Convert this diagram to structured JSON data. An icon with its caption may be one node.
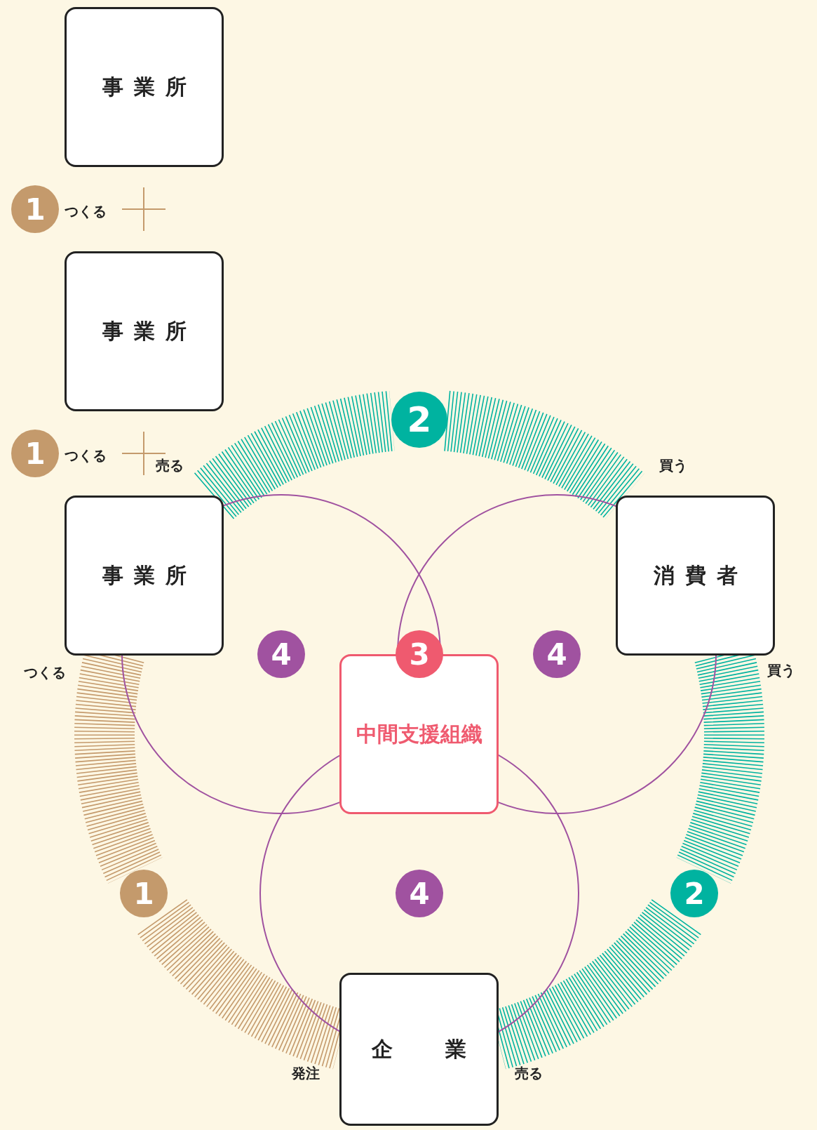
{
  "diagram": {
    "nodes": [
      {
        "text": [
          "事業所"
        ]
      },
      {
        "text": [
          "1"
        ],
        "beside": [
          "つくる"
        ]
      },
      {
        "text": [
          "事業所"
        ]
      },
      {
        "text": [
          "2"
        ]
      },
      {
        "text": [
          "1"
        ],
        "beside": [
          "つくる"
        ]
      },
      {
        "text": [
          "事業所"
        ]
      },
      {
        "text": [
          "消費者"
        ]
      },
      {
        "text": [
          "4"
        ]
      },
      {
        "text": [
          "3"
        ]
      },
      {
        "text": [
          "4"
        ]
      },
      {
        "text": [
          "中間支援組織"
        ]
      },
      {
        "text": [
          "1"
        ]
      },
      {
        "text": [
          "4"
        ]
      },
      {
        "text": [
          "2"
        ]
      },
      {
        "text": [
          "企業"
        ]
      }
    ],
    "edges": [
      {
        "from": 5,
        "to": 3,
        "arrow": "none"
      },
      {
        "from": 3,
        "to": 6,
        "arrow": "none"
      },
      {
        "from": 6,
        "to": 13,
        "arrow": "none"
      },
      {
        "from": 13,
        "to": 14,
        "arrow": "none"
      },
      {
        "from": 5,
        "to": 11,
        "arrow": "none",
        "color": "#c49a6c"
      },
      {
        "from": 11,
        "to": 14,
        "arrow": "none",
        "color": "#c49a6c"
      }
    ],
    "labels": [
      "売る",
      "買う",
      "つくる",
      "買う",
      "発注",
      "売る"
    ]
  }
}
